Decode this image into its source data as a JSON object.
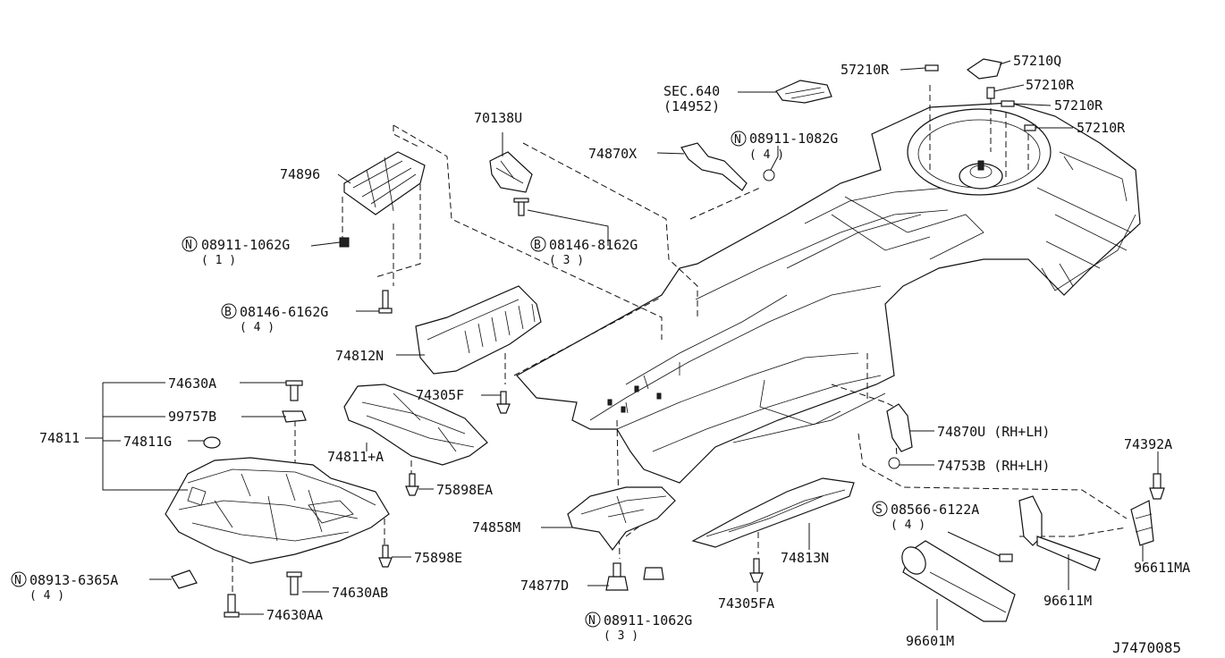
{
  "labels": {
    "l57210R_a": "57210R",
    "l57210Q": "57210Q",
    "l57210R_b": "57210R",
    "l57210R_c": "57210R",
    "l57210R_d": "57210R",
    "sec640": "SEC.640",
    "sec640_ref": "(14952)",
    "l70138U": "70138U",
    "l74870X": "74870X",
    "n08911_1082G_top": "08911-1082G",
    "n08911_1082G_top_qty": "( 4 )",
    "l74896": "74896",
    "n08911_1062G": "08911-1062G",
    "n08911_1062G_qty": "( 1 )",
    "b08146_8162G": "08146-8162G",
    "b08146_8162G_qty": "( 3 )",
    "b08146_6162G": "08146-6162G",
    "b08146_6162G_qty": "( 4 )",
    "l74812N": "74812N",
    "l74305F": "74305F",
    "l74630A": "74630A",
    "l99757B": "99757B",
    "l74811": "74811",
    "l74811G": "74811G",
    "l74811A": "74811+A",
    "l75898EA": "75898EA",
    "l75898E": "75898E",
    "n08913_6365A": "08913-6365A",
    "n08913_6365A_qty": "( 4 )",
    "l74630AB": "74630AB",
    "l74630AA": "74630AA",
    "l74858M": "74858M",
    "l74877D": "74877D",
    "n08911_1062G_bot": "08911-1062G",
    "n08911_1062G_bot_qty": "( 3 )",
    "l74813N": "74813N",
    "l74305FA": "74305FA",
    "l74870U": "74870U (RH+LH)",
    "l74753B": "74753B (RH+LH)",
    "l74392A": "74392A",
    "s08566_6122A": "08566-6122A",
    "s08566_6122A_qty": "( 4 )",
    "l96611MA": "96611MA",
    "l96611M": "96611M",
    "l96601M": "96601M",
    "diagram_code": "J7470085"
  },
  "prefix_symbols": {
    "nut": "N",
    "bolt": "B",
    "screw": "S"
  }
}
